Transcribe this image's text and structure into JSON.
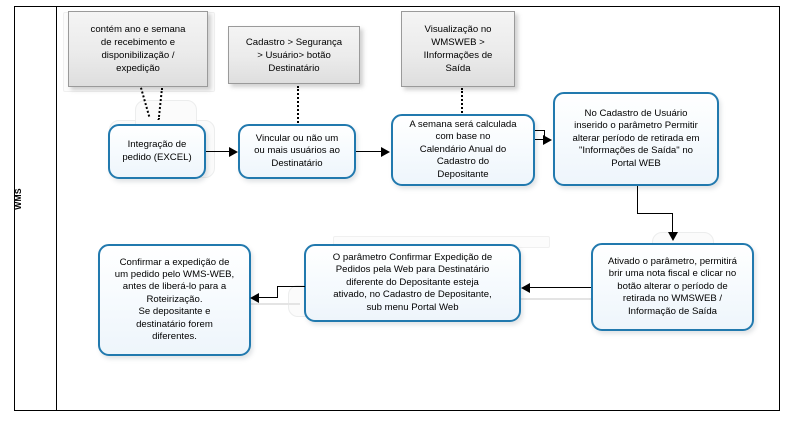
{
  "diagram": {
    "lane_label": "WMS",
    "notes": [
      {
        "id": "note-ano-semana",
        "text": "contém ano e semana\nde recebimento e\ndisponibilização /\nexpedição"
      },
      {
        "id": "note-cadastro-seguranca",
        "text": "Cadastro > Segurança\n> Usuário> botão\nDestinatário"
      },
      {
        "id": "note-visualizacao-wmsweb",
        "text": "Visualização no\nWMSWEB >\nIInformações de\nSaída"
      }
    ],
    "steps": [
      {
        "id": "step-integracao-pedido",
        "text": "Integração de\npedido (EXCEL)"
      },
      {
        "id": "step-vincular-usuarios",
        "text": "Vincular ou não um\nou mais usuários ao\nDestinatário"
      },
      {
        "id": "step-semana-calculada",
        "text": "A semana será calculada\ncom base no\nCalendário Anual  do\nCadastro do\nDepositante"
      },
      {
        "id": "step-cadastro-usuario-parametro",
        "text": "No Cadastro de Usuário\ninserido o parâmetro Permitir\nalterar período de retirada em\n\"Informações de Saída\" no\nPortal WEB"
      },
      {
        "id": "step-ativado-parametro",
        "text": "Ativado o parâmetro, permitirá\nbrir uma nota fiscal e clicar no\nbotão alterar o período de\nretirada no WMSWEB /\nInformação de Saída"
      },
      {
        "id": "step-confirmar-expedicao-web",
        "text": "O parâmetro Confirmar Expedição de\nPedidos pela Web para Destinatário\ndiferente do Depositante esteja\nativado, no Cadastro de Depositante,\nsub menu Portal Web"
      },
      {
        "id": "step-confirmar-expedicao-pedido",
        "text": "Confirmar a expedição de\num pedido pelo WMS-WEB,\nantes de liberá-lo para a\nRoteirização.\nSe depositante e\ndestinatário forem\ndiferentes."
      }
    ],
    "colors": {
      "process_border": "#2179AE",
      "process_fill": "#f2f8fd",
      "note_border": "#9a9a9a",
      "note_fill": "#ebebeb",
      "connector": "#000000",
      "frame": "#000000"
    }
  }
}
